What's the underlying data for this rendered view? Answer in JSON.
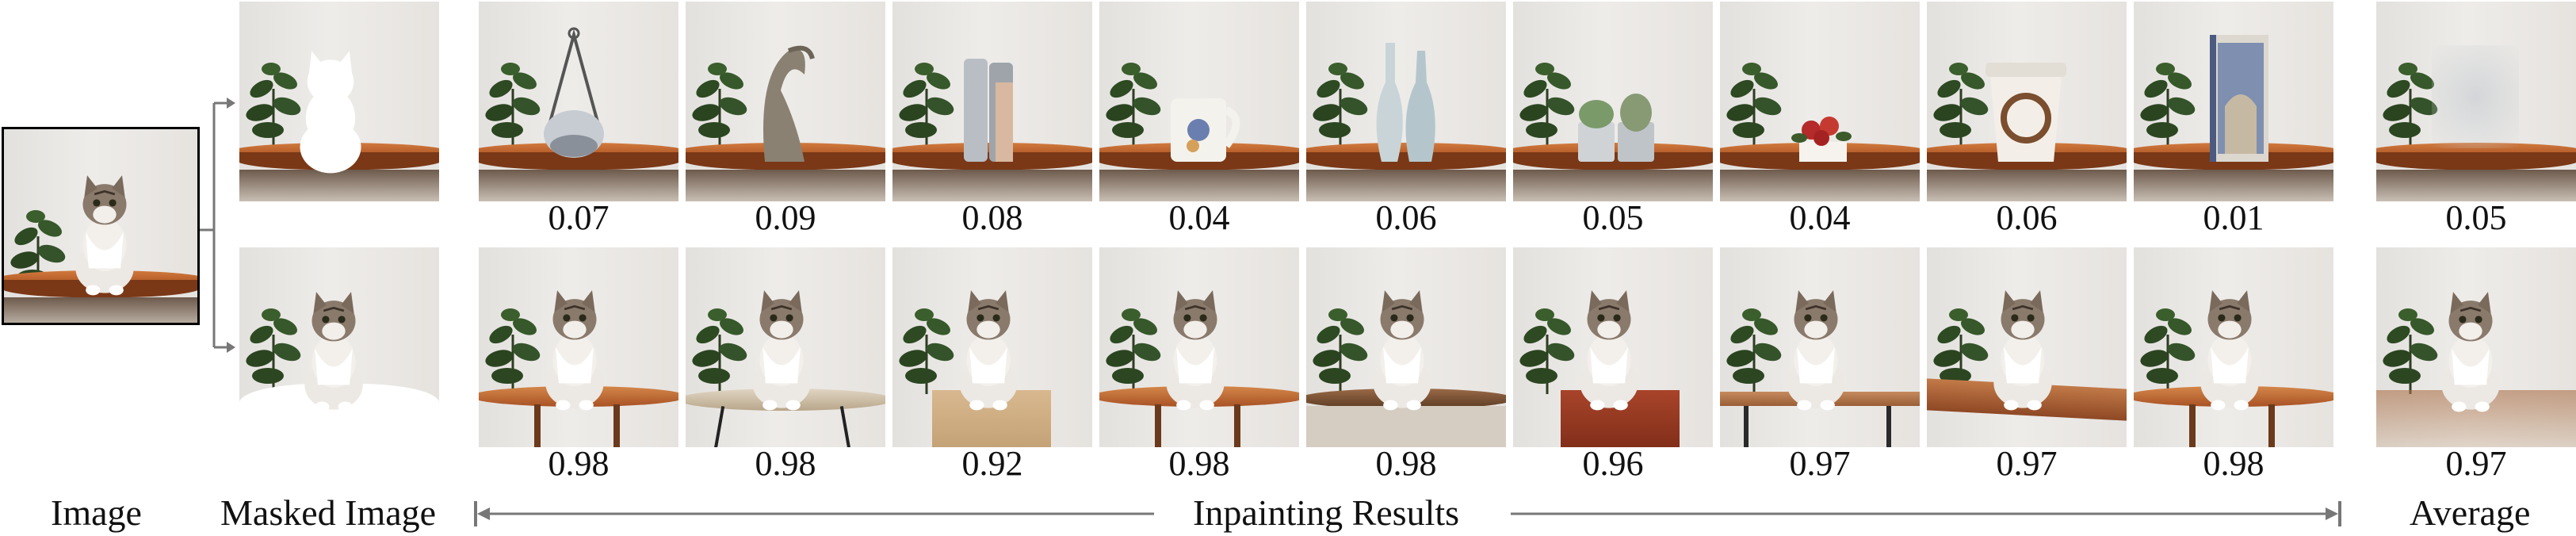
{
  "labels": {
    "image": "Image",
    "masked_image": "Masked Image",
    "inpainting_results": "Inpainting Results",
    "average": "Average"
  },
  "top_row": {
    "objects": [
      "hanging-lantern",
      "abstract-sculpture",
      "metal-bottles",
      "mug",
      "glass-vases",
      "succulent-pots",
      "flower-arrangement",
      "coffee-cup",
      "book"
    ],
    "scores": [
      "0.07",
      "0.09",
      "0.08",
      "0.04",
      "0.06",
      "0.05",
      "0.04",
      "0.06",
      "0.01"
    ],
    "average": "0.05"
  },
  "bottom_row": {
    "table_styles": [
      "round-wood",
      "light-glass-top",
      "cardboard-box",
      "round-wood",
      "dark-round",
      "red-cabinet",
      "long-bench",
      "wide-plank",
      "round-wood"
    ],
    "scores": [
      "0.98",
      "0.98",
      "0.92",
      "0.98",
      "0.98",
      "0.96",
      "0.97",
      "0.97",
      "0.98"
    ],
    "average": "0.97"
  },
  "colors": {
    "wall": "#e8e6e3",
    "table": "#b85d28",
    "arrow": "#777777"
  }
}
